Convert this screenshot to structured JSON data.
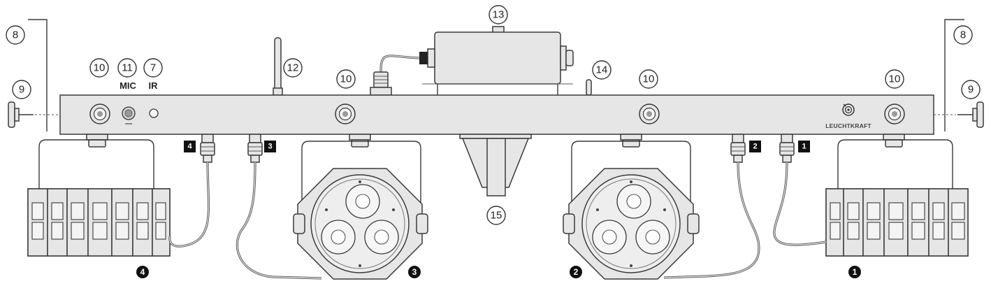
{
  "callouts": {
    "bracket_left": "8",
    "bracket_right": "8",
    "knob_left": "9",
    "knob_right": "9",
    "ir": "7",
    "xlr_a": "10",
    "xlr_b": "10",
    "xlr_c": "10",
    "xlr_d": "10",
    "mic": "11",
    "antenna": "12",
    "power_box": "13",
    "pin": "14",
    "mount": "15"
  },
  "labels": {
    "mic": "MIC",
    "ir": "IR",
    "brand": "LEUCHTKRAFT"
  },
  "outputs": {
    "out1": "1",
    "out2": "2",
    "out3": "3",
    "out4": "4"
  },
  "lights": {
    "light1": "1",
    "light2": "2",
    "light3": "3",
    "light4": "4"
  }
}
